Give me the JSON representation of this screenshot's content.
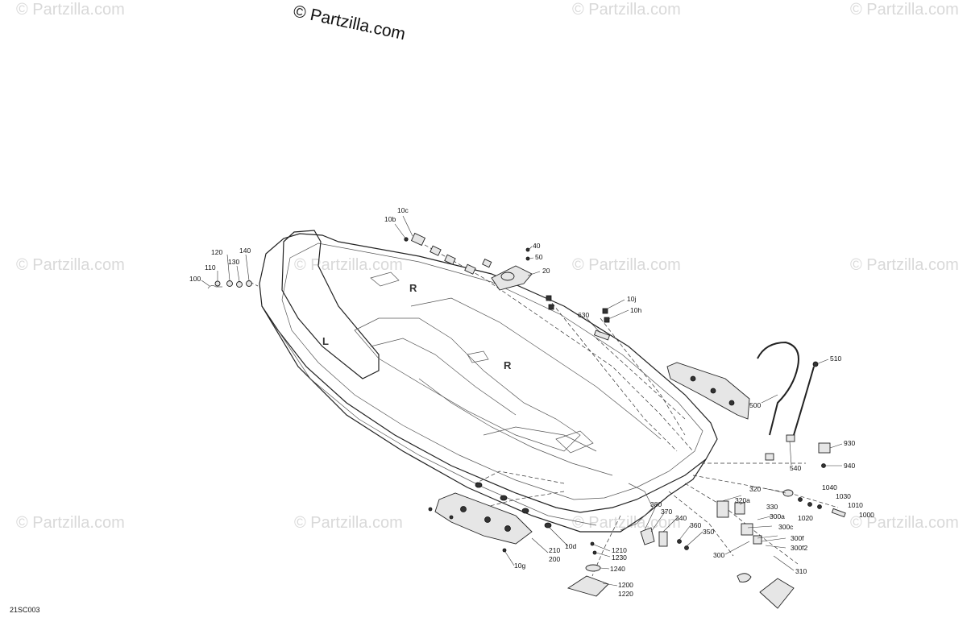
{
  "copyright": "© Partzilla.com",
  "watermark_text": "© Partzilla.com",
  "diagram_code": "21SC003",
  "callouts": [
    {
      "id": "10c",
      "text": "10c"
    },
    {
      "id": "10b",
      "text": "10b"
    },
    {
      "id": "40",
      "text": "40"
    },
    {
      "id": "50",
      "text": "50"
    },
    {
      "id": "20",
      "text": "20"
    },
    {
      "id": "120",
      "text": "120"
    },
    {
      "id": "140",
      "text": "140"
    },
    {
      "id": "110",
      "text": "110"
    },
    {
      "id": "130",
      "text": "130"
    },
    {
      "id": "100",
      "text": "100"
    },
    {
      "id": "10j",
      "text": "10j"
    },
    {
      "id": "10h",
      "text": "10h"
    },
    {
      "id": "630",
      "text": "630"
    },
    {
      "id": "510",
      "text": "510"
    },
    {
      "id": "500",
      "text": "500"
    },
    {
      "id": "930",
      "text": "930"
    },
    {
      "id": "540",
      "text": "540"
    },
    {
      "id": "940",
      "text": "940"
    },
    {
      "id": "320",
      "text": "320"
    },
    {
      "id": "1040",
      "text": "1040"
    },
    {
      "id": "320a",
      "text": "320a"
    },
    {
      "id": "330",
      "text": "330"
    },
    {
      "id": "1030",
      "text": "1030"
    },
    {
      "id": "1010",
      "text": "1010"
    },
    {
      "id": "1020",
      "text": "1020"
    },
    {
      "id": "1000",
      "text": "1000"
    },
    {
      "id": "300a",
      "text": "300a"
    },
    {
      "id": "300c",
      "text": "300c"
    },
    {
      "id": "380",
      "text": "380"
    },
    {
      "id": "370",
      "text": "370"
    },
    {
      "id": "340",
      "text": "340"
    },
    {
      "id": "360",
      "text": "360"
    },
    {
      "id": "350",
      "text": "350"
    },
    {
      "id": "300f",
      "text": "300f"
    },
    {
      "id": "300f2",
      "text": "300f2"
    },
    {
      "id": "300",
      "text": "300"
    },
    {
      "id": "310",
      "text": "310"
    },
    {
      "id": "1210",
      "text": "1210"
    },
    {
      "id": "1230",
      "text": "1230"
    },
    {
      "id": "1240",
      "text": "1240"
    },
    {
      "id": "1200",
      "text": "1200"
    },
    {
      "id": "1220",
      "text": "1220"
    },
    {
      "id": "10d",
      "text": "10d"
    },
    {
      "id": "210",
      "text": "210"
    },
    {
      "id": "200",
      "text": "200"
    },
    {
      "id": "10g",
      "text": "10g"
    }
  ],
  "hull_markings": [
    "R",
    "R",
    "L"
  ]
}
